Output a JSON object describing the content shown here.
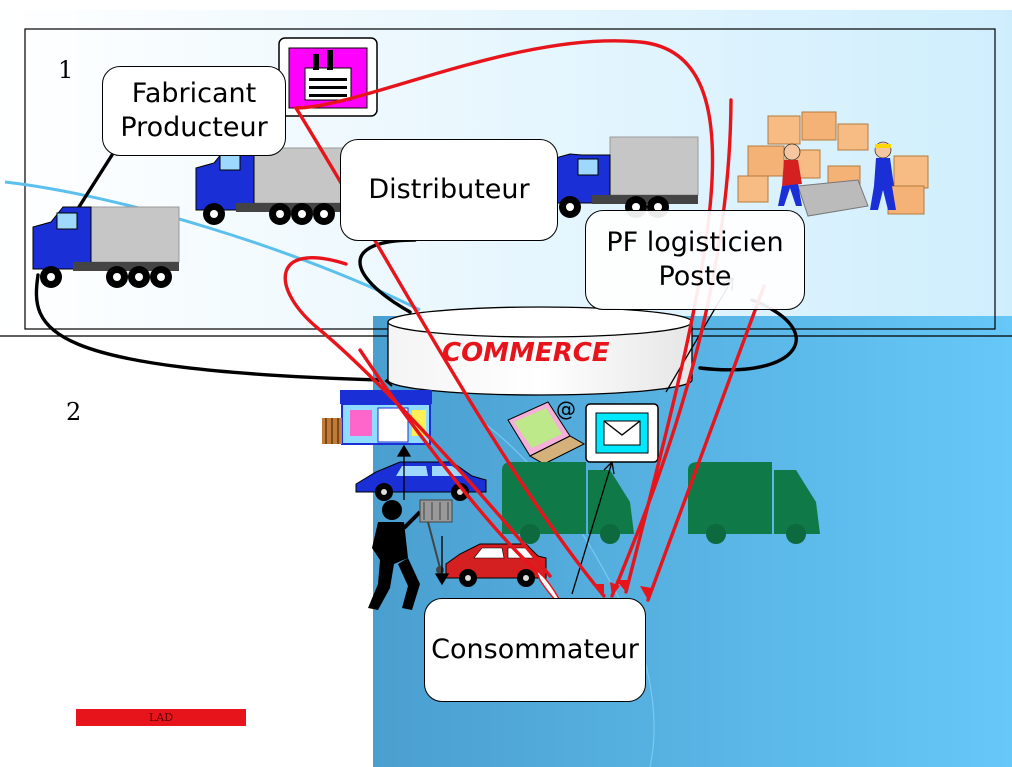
{
  "zones": {
    "zone1_label": "1",
    "zone2_label": "2"
  },
  "actors": {
    "fabricant_line1": "Fabricant",
    "fabricant_line2": "Producteur",
    "distributeur": "Distributeur",
    "logisticien_line1": "PF logisticien",
    "logisticien_line2": "Poste",
    "consommateur": "Consommateur"
  },
  "commerce_label": "COMMERCE",
  "footer_label": "LAD",
  "colors": {
    "flow_red": "#e8141c",
    "commerce_text": "#e8141c",
    "truck_blue": "#1a2fd6",
    "van_green": "#0f7a47",
    "sea_blue": "#5ab8e8",
    "factory_magenta": "#ff00ff"
  },
  "icons": [
    "factory-icon",
    "truck-icon",
    "boxes-workers-icon",
    "shop-icon",
    "laptop-email-icon",
    "envelope-icon",
    "car-icon",
    "shopper-cart-icon",
    "delivery-van-icon"
  ]
}
